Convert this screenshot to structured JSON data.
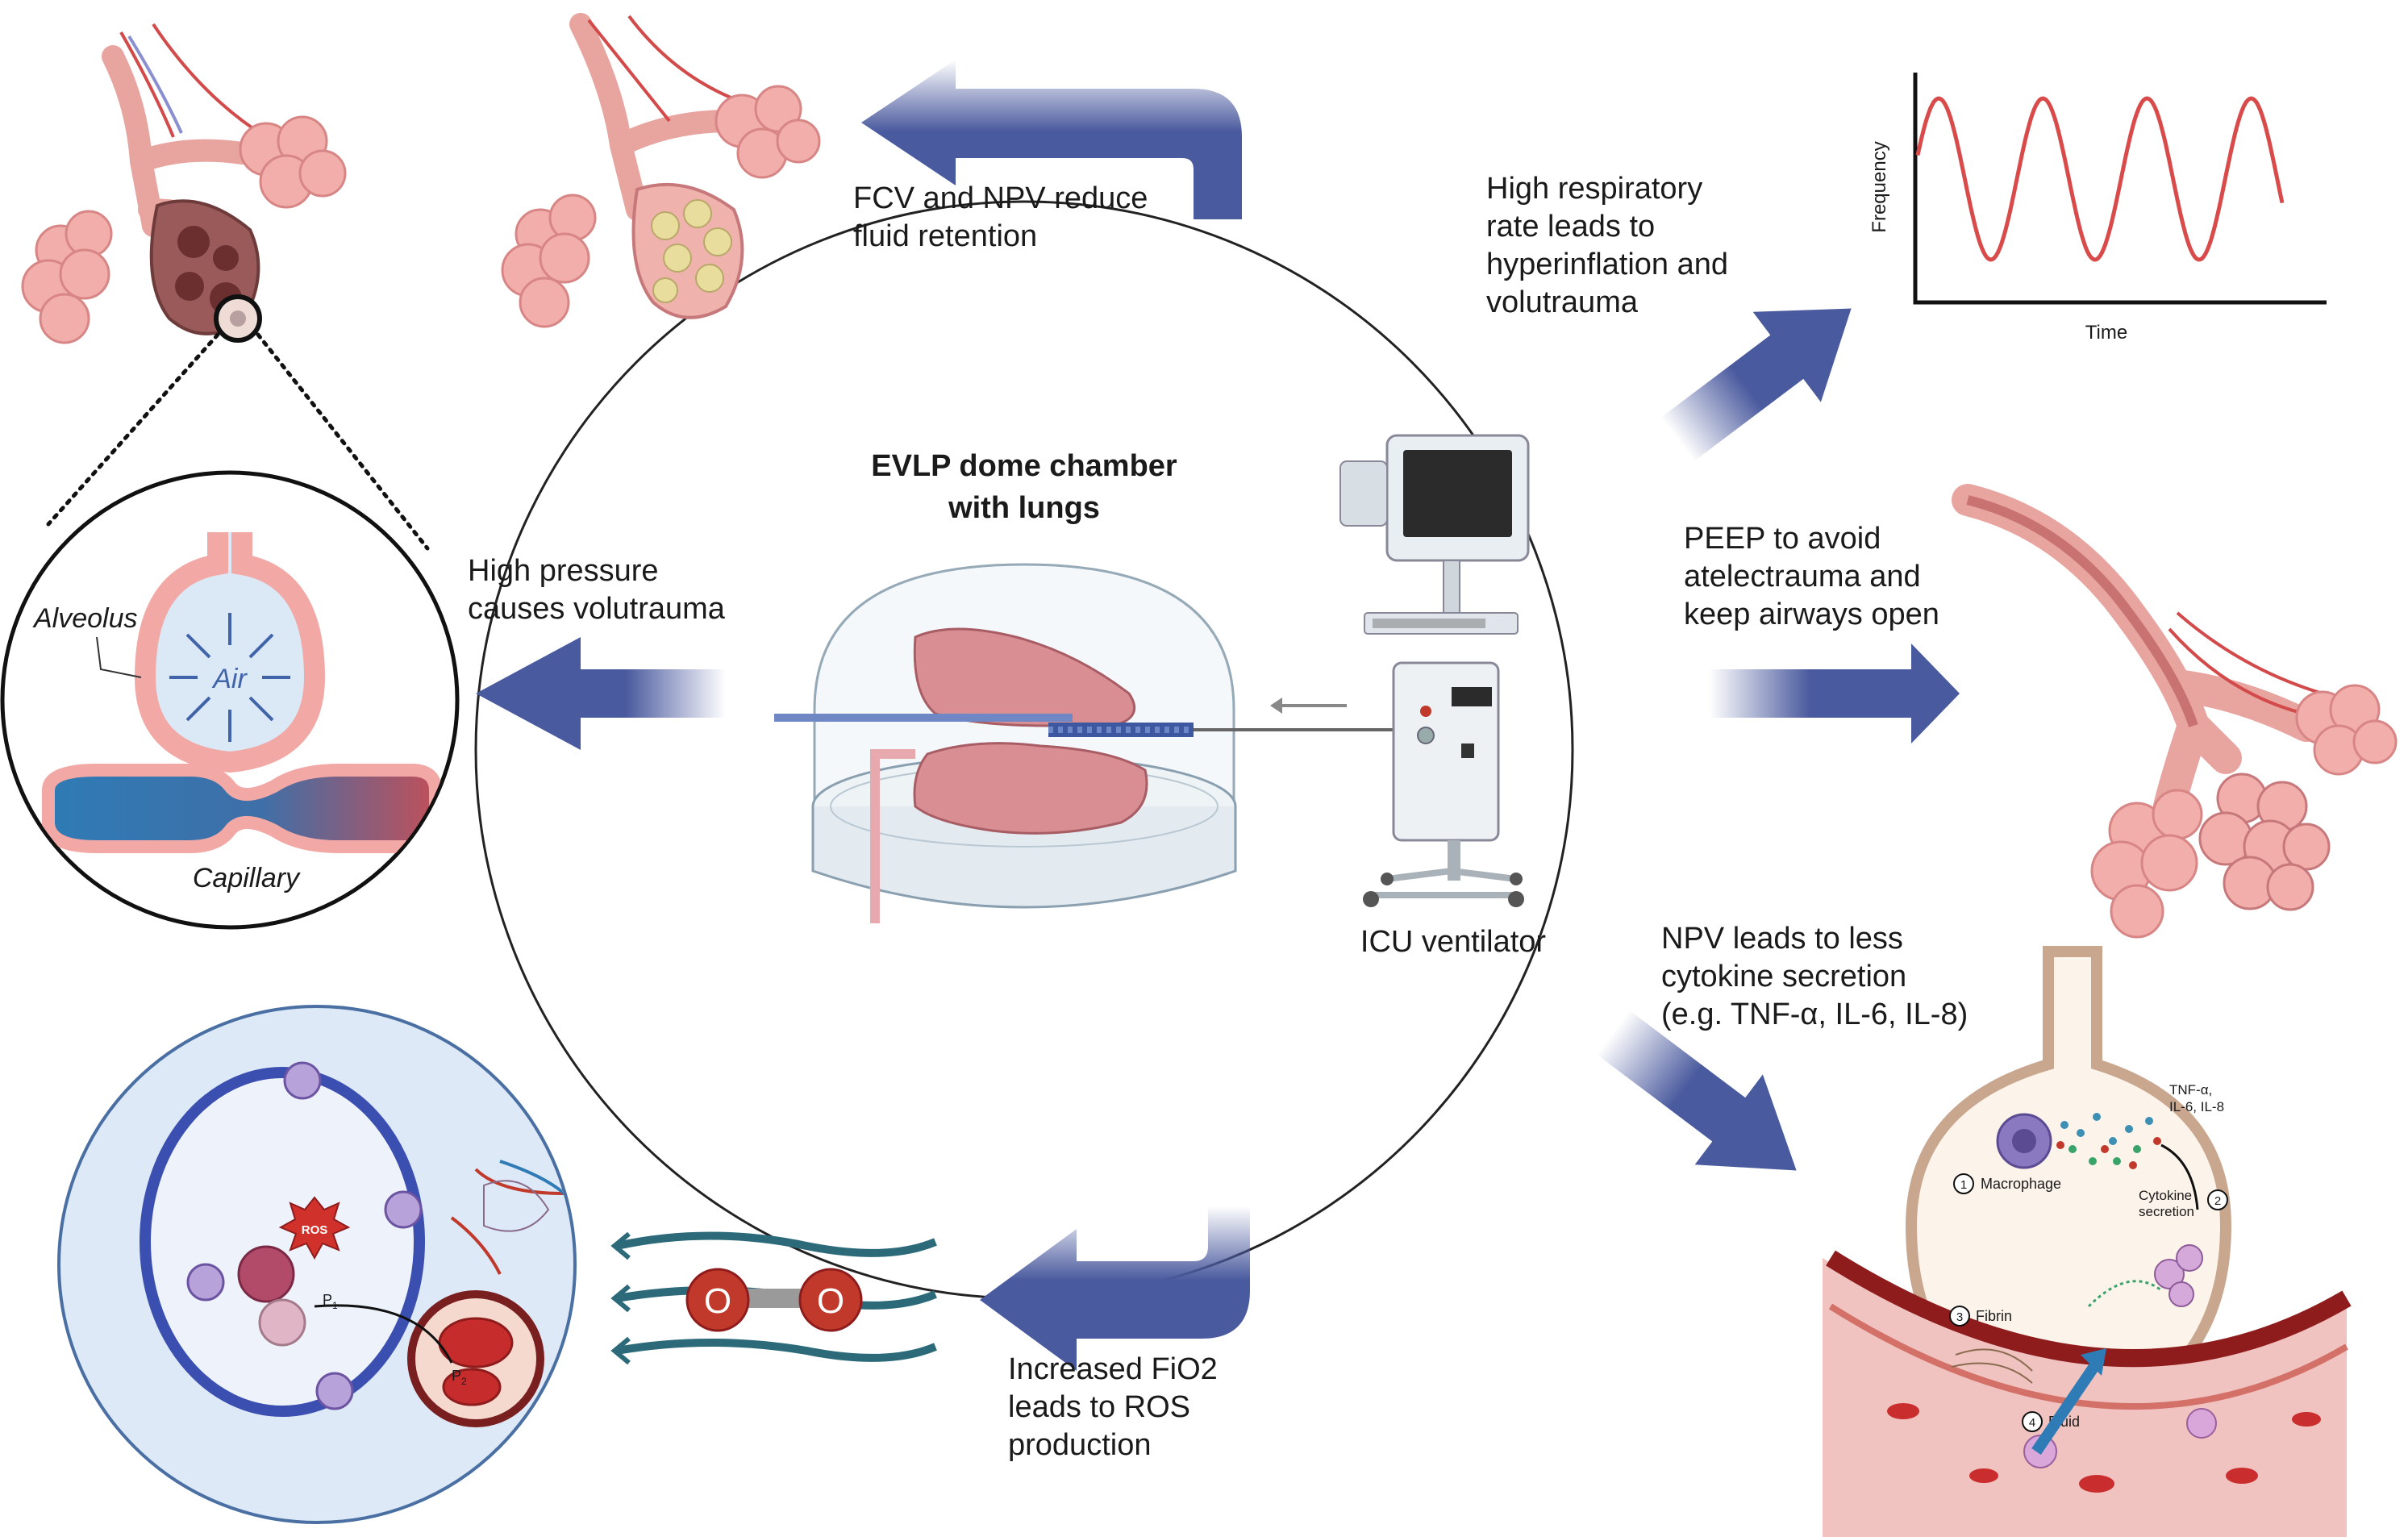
{
  "center": {
    "title_line1": "EVLP dome chamber",
    "title_line2": "with lungs",
    "ventilator_label": "ICU ventilator"
  },
  "captions": {
    "fluid": [
      "FCV and NPV reduce",
      "fluid retention"
    ],
    "resp_rate": [
      "High respiratory",
      "rate leads to",
      "hyperinflation and",
      "volutrauma"
    ],
    "pressure": [
      "High pressure",
      "causes volutrauma"
    ],
    "peep": [
      "PEEP to avoid",
      "atelectrauma and",
      "keep airways open"
    ],
    "cytokine": [
      "NPV leads to less",
      "cytokine secretion",
      "(e.g. TNF-α, IL-6, IL-8)"
    ],
    "fio2": [
      "Increased FiO2",
      "leads to ROS",
      "production"
    ]
  },
  "alveolus_inset": {
    "alveolus": "Alveolus",
    "air": "Air",
    "capillary": "Capillary"
  },
  "frequency_chart": {
    "ylabel": "Frequency",
    "xlabel": "Time"
  },
  "oxygen": {
    "atom": "O"
  },
  "ros_inset": {
    "ros": "ROS",
    "p1": "P",
    "p1_sub": "1",
    "p2": "P",
    "p2_sub": "2"
  },
  "inflammation_inset": {
    "cytokines_line1": "TNF-α,",
    "cytokines_line2": "IL-6, IL-8",
    "step1_num": "1",
    "step1": "Macrophage",
    "step2_num": "2",
    "step2_line1": "Cytokine",
    "step2_line2": "secretion",
    "step3_num": "3",
    "step3": "Fibrin",
    "step4_num": "4",
    "step4": "Fluid"
  },
  "colors": {
    "arrow": "#4a5a9e",
    "lung_pink": "#f0a9a4",
    "vessel_red": "#c0392b",
    "wave_red": "#d94a4a",
    "capillary_blue": "#2f7bb5",
    "cell_purple": "#9b86c7",
    "text": "#1a1a1a"
  }
}
